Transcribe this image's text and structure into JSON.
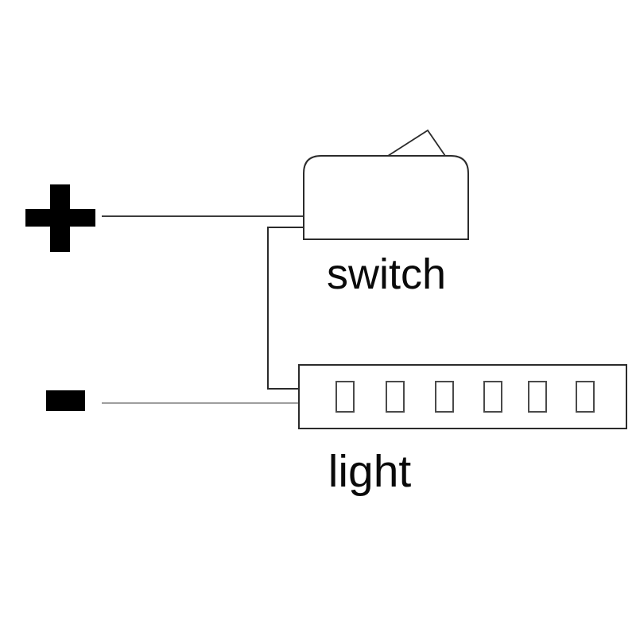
{
  "colors": {
    "background": "#ffffff",
    "outline": "#2b2b2b",
    "segment_outline": "#4a4a4a",
    "positive_wire": "#3d3d3d",
    "negative_wire": "#9e9e9e",
    "terminal_fill": "#000000",
    "label_text": "#0a0a0a"
  },
  "components": {
    "positive_terminal": {
      "icon": "plus-icon",
      "symbol": "+"
    },
    "negative_terminal": {
      "icon": "minus-icon",
      "symbol": "-"
    },
    "switch": {
      "label": "switch"
    },
    "light": {
      "label": "light",
      "segment_count": 6
    }
  }
}
